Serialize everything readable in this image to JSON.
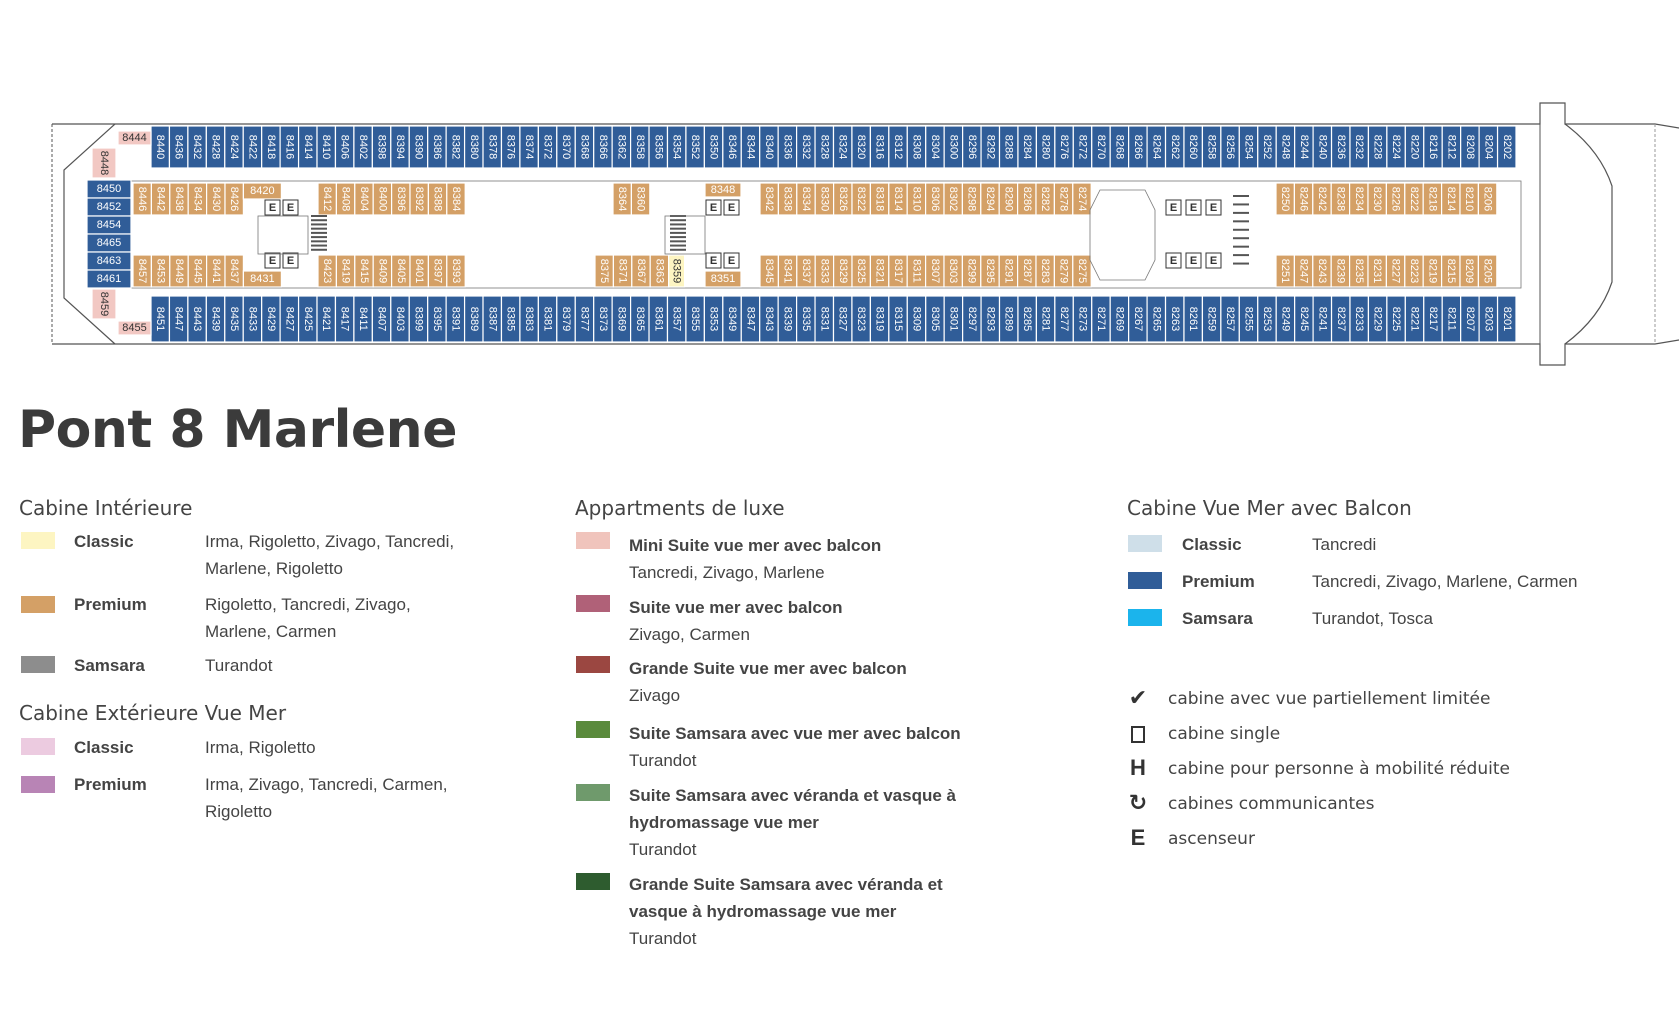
{
  "title": "Pont 8 Marlene",
  "colors": {
    "inner_classic": "#fdf5c2",
    "inner_premium": "#d4a066",
    "inner_samsara": "#8d8d8d",
    "ext_classic": "#eccbe0",
    "ext_premium": "#b884b5",
    "mini_suite": "#f0c4bc",
    "suite": "#b06178",
    "grande_suite": "#9b4741",
    "suite_samsara": "#5a8a3c",
    "suite_samsara_veranda": "#6f9a6c",
    "grande_samsara": "#2e5c2f",
    "balcon_classic": "#cfdfe9",
    "balcon_premium": "#305d98",
    "balcon_samsara": "#1bb4ec",
    "pink_corner": "#f2c8c3"
  },
  "deck": {
    "top_row": [
      "8440",
      "8436",
      "8432",
      "8428",
      "8424",
      "8422",
      "8418",
      "8416",
      "8414",
      "8410",
      "8406",
      "8402",
      "8398",
      "8394",
      "8390",
      "8386",
      "8382",
      "8380",
      "8378",
      "8376",
      "8374",
      "8372",
      "8370",
      "8368",
      "8366",
      "8362",
      "8358",
      "8356",
      "8354",
      "8352",
      "8350",
      "8346",
      "8344",
      "8340",
      "8336",
      "8332",
      "8328",
      "8324",
      "8320",
      "8316",
      "8312",
      "8308",
      "8304",
      "8300",
      "8296",
      "8292",
      "8288",
      "8284",
      "8280",
      "8276",
      "8272",
      "8270",
      "8268",
      "8266",
      "8264",
      "8262",
      "8260",
      "8258",
      "8256",
      "8254",
      "8252",
      "8248",
      "8244",
      "8240",
      "8236",
      "8232",
      "8228",
      "8224",
      "8220",
      "8216",
      "8212",
      "8208",
      "8204",
      "8202"
    ],
    "bottom_row": [
      "8451",
      "8447",
      "8443",
      "8439",
      "8435",
      "8433",
      "8429",
      "8427",
      "8425",
      "8421",
      "8417",
      "8411",
      "8407",
      "8403",
      "8399",
      "8395",
      "8391",
      "8389",
      "8387",
      "8385",
      "8383",
      "8381",
      "8379",
      "8377",
      "8373",
      "8369",
      "8365",
      "8361",
      "8357",
      "8355",
      "8353",
      "8349",
      "8347",
      "8343",
      "8339",
      "8335",
      "8331",
      "8327",
      "8323",
      "8319",
      "8315",
      "8309",
      "8305",
      "8301",
      "8297",
      "8293",
      "8289",
      "8285",
      "8281",
      "8277",
      "8273",
      "8271",
      "8269",
      "8267",
      "8265",
      "8263",
      "8261",
      "8259",
      "8257",
      "8255",
      "8253",
      "8249",
      "8245",
      "8241",
      "8237",
      "8233",
      "8229",
      "8225",
      "8221",
      "8217",
      "8211",
      "8207",
      "8203",
      "8201"
    ],
    "stern_column": [
      "8450",
      "8452",
      "8454",
      "8465",
      "8463",
      "8461"
    ],
    "stern_corners": [
      "8444",
      "8448",
      "8459",
      "8455"
    ],
    "inner_upper_a": [
      "8446",
      "8442",
      "8438",
      "8434",
      "8430",
      "8426"
    ],
    "inner_upper_a_end": "8420",
    "inner_lower_a": [
      "8457",
      "8453",
      "8449",
      "8445",
      "8441",
      "8437"
    ],
    "inner_lower_a_end": "8431",
    "inner_upper_b": [
      "8412",
      "8408",
      "8404",
      "8400",
      "8396",
      "8392",
      "8388",
      "8384"
    ],
    "inner_lower_b": [
      "8423",
      "8419",
      "8415",
      "8409",
      "8405",
      "8401",
      "8397",
      "8393"
    ],
    "inner_upper_c": [
      "8364",
      "8360"
    ],
    "inner_lower_c": [
      "8375",
      "8371",
      "8367",
      "8363"
    ],
    "inner_lower_c_classic": "8359",
    "inner_upper_c_end": "8348",
    "inner_lower_c_end": "8351",
    "inner_upper_d": [
      "8342",
      "8338",
      "8334",
      "8330",
      "8326",
      "8322",
      "8318",
      "8314",
      "8310",
      "8306",
      "8302",
      "8298",
      "8294",
      "8290",
      "8286",
      "8282",
      "8278",
      "8274"
    ],
    "inner_lower_d": [
      "8345",
      "8341",
      "8337",
      "8333",
      "8329",
      "8325",
      "8321",
      "8317",
      "8311",
      "8307",
      "8303",
      "8299",
      "8295",
      "8291",
      "8287",
      "8283",
      "8279",
      "8275"
    ],
    "inner_upper_e": [
      "8250",
      "8246",
      "8242",
      "8238",
      "8234",
      "8230",
      "8226",
      "8222",
      "8218",
      "8214",
      "8210",
      "8206"
    ],
    "inner_lower_e": [
      "8251",
      "8247",
      "8243",
      "8239",
      "8235",
      "8231",
      "8227",
      "8223",
      "8219",
      "8215",
      "8209",
      "8205"
    ],
    "elevator": "E"
  },
  "legend": {
    "inner": {
      "heading": "Cabine Intérieure",
      "items": [
        {
          "name": "Classic",
          "ships": "Irma, Rigoletto, Zivago, Tancredi, Marlene, Rigoletto"
        },
        {
          "name": "Premium",
          "ships": "Rigoletto, Tancredi, Zivago, Marlene, Carmen"
        },
        {
          "name": "Samsara",
          "ships": "Turandot"
        }
      ]
    },
    "exterior": {
      "heading": "Cabine Extérieure Vue Mer",
      "items": [
        {
          "name": "Classic",
          "ships": "Irma, Rigoletto"
        },
        {
          "name": "Premium",
          "ships": "Irma, Zivago, Tancredi, Carmen, Rigoletto"
        }
      ]
    },
    "luxury": {
      "heading": "Appartments de luxe",
      "items": [
        {
          "name": "Mini Suite vue mer avec balcon",
          "ships": "Tancredi, Zivago, Marlene"
        },
        {
          "name": "Suite vue mer avec balcon",
          "ships": "Zivago, Carmen"
        },
        {
          "name": "Grande Suite vue mer avec balcon",
          "ships": "Zivago"
        },
        {
          "name": "Suite Samsara avec vue mer avec balcon",
          "ships": "Turandot"
        },
        {
          "name": "Suite Samsara avec véranda et vasque à hydromassage vue mer",
          "ships": "Turandot"
        },
        {
          "name": "Grande Suite Samsara avec véranda et vasque à hydromassage vue mer",
          "ships": "Turandot"
        }
      ]
    },
    "balcony": {
      "heading": "Cabine Vue Mer avec Balcon",
      "items": [
        {
          "name": "Classic",
          "ships": "Tancredi"
        },
        {
          "name": "Premium",
          "ships": "Tancredi, Zivago, Marlene, Carmen"
        },
        {
          "name": "Samsara",
          "ships": "Turandot, Tosca"
        }
      ]
    },
    "symbols": [
      {
        "icon": "check-icon",
        "glyph": "✔",
        "label": "cabine avec vue partiellement limitée"
      },
      {
        "icon": "square-icon",
        "glyph": "",
        "label": "cabine single"
      },
      {
        "icon": "h-icon",
        "glyph": "H",
        "label": "cabine pour personne à mobilité réduite"
      },
      {
        "icon": "connecting-arrow-icon",
        "glyph": "↻",
        "label": "cabines communicantes"
      },
      {
        "icon": "e-icon",
        "glyph": "E",
        "label": "ascenseur"
      }
    ]
  }
}
